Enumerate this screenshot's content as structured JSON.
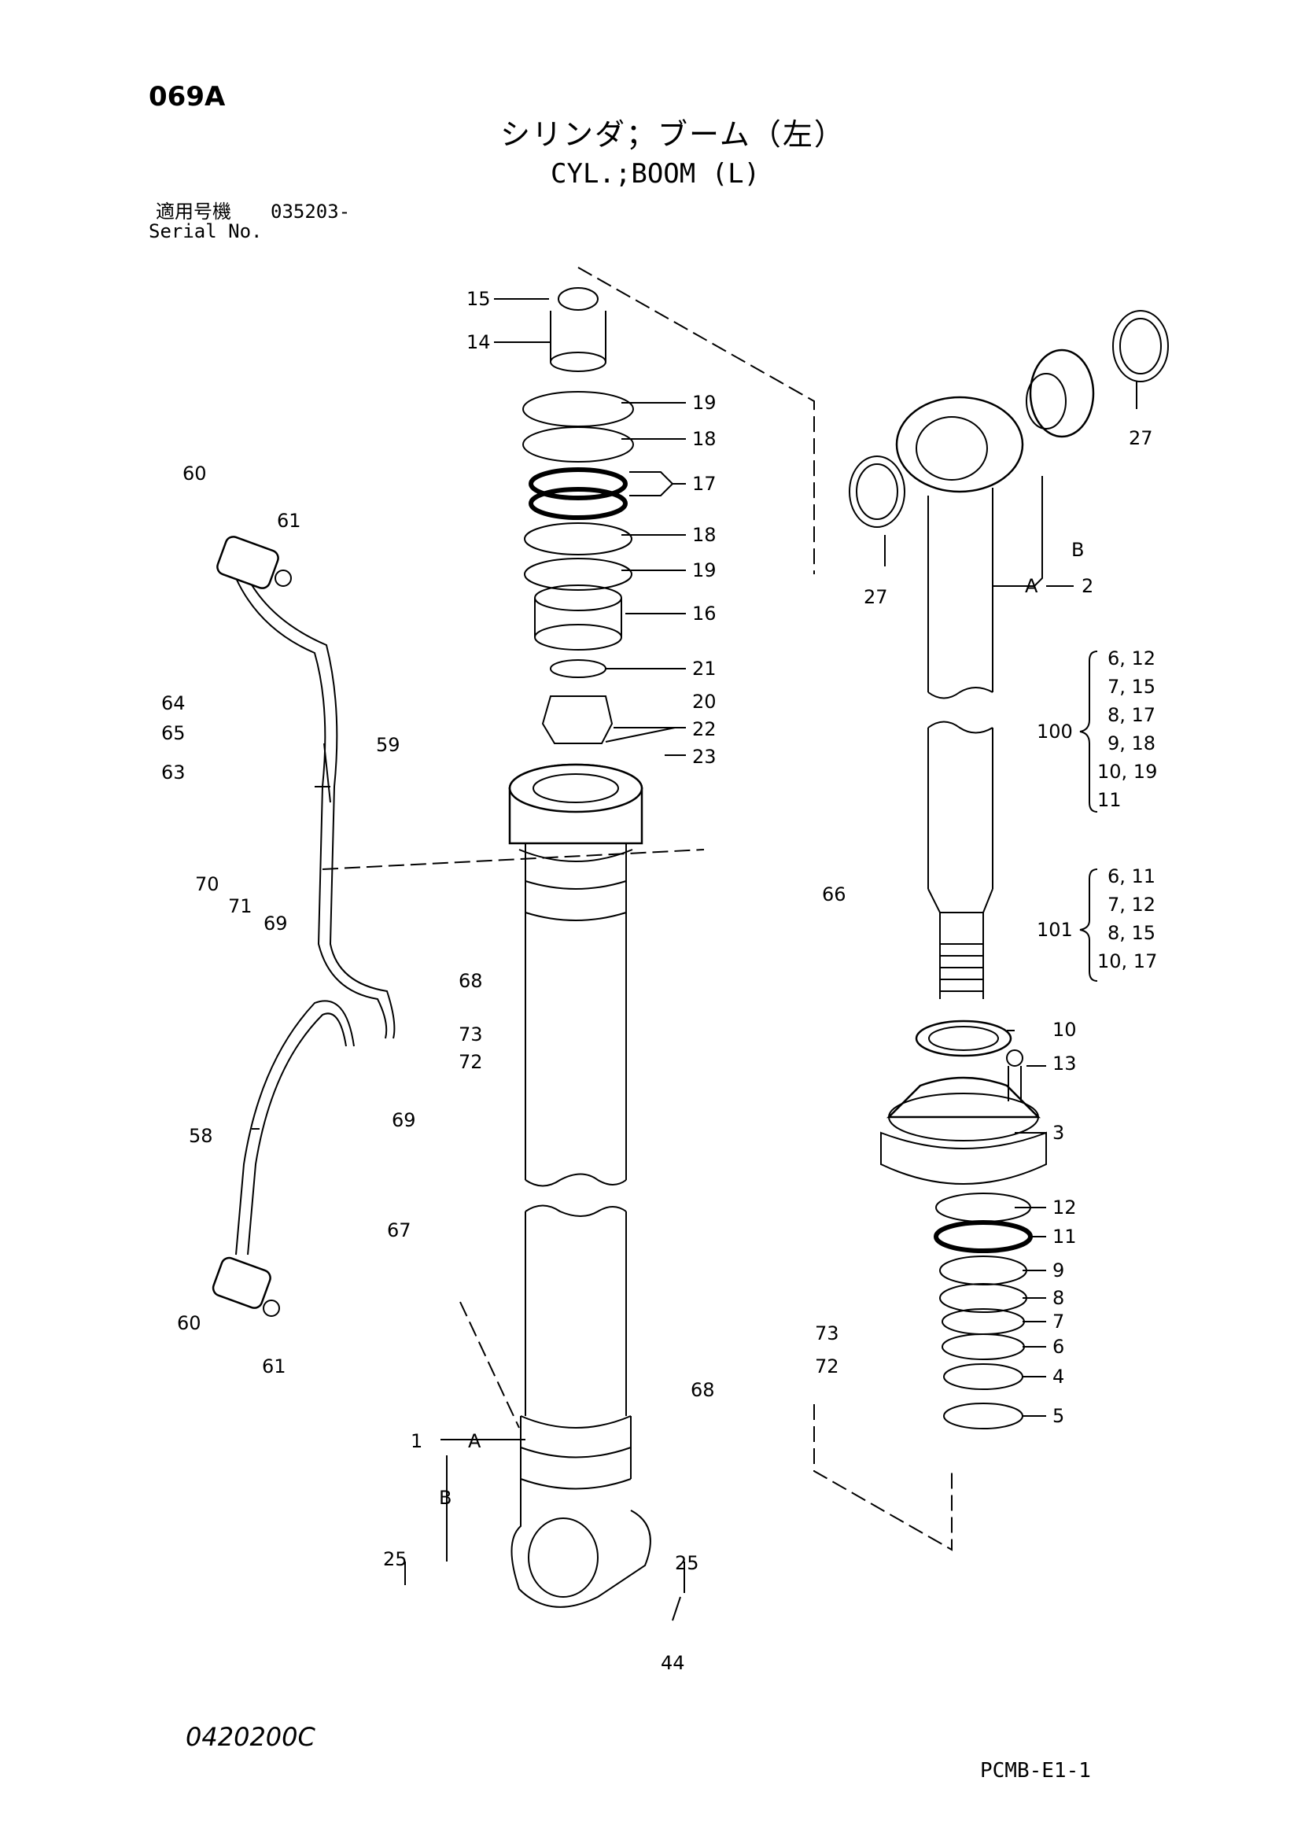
{
  "header": {
    "page_code": "069A",
    "title_jp": "シリンダ；ブーム（左）",
    "title_en": "CYL.;BOOM (L)",
    "serial_label_jp": "適用号機",
    "serial_value": "035203-",
    "serial_label_en": "Serial No."
  },
  "footer": {
    "drawing_no": "0420200C",
    "page_ref": "PCMB-E1-1"
  },
  "callouts": {
    "p15": "15",
    "p14": "14",
    "p19a": "19",
    "p18a": "18",
    "p17": "17",
    "p18b": "18",
    "p19b": "19",
    "p16": "16",
    "p21": "21",
    "p20": "20",
    "p22": "22",
    "p23": "23",
    "p60a": "60",
    "p61a": "61",
    "p64": "64",
    "p65": "65",
    "p63": "63",
    "p59": "59",
    "p70": "70",
    "p71": "71",
    "p69a": "69",
    "p66": "66",
    "p68a": "68",
    "p73a": "73",
    "p72a": "72",
    "p69b": "69",
    "p58": "58",
    "p67": "67",
    "p60b": "60",
    "p61b": "61",
    "p68b": "68",
    "p73b": "73",
    "p72b": "72",
    "p1": "1",
    "pA1": "A",
    "pB1": "B",
    "p25a": "25",
    "p25b": "25",
    "p44": "44",
    "p27a": "27",
    "p27b": "27",
    "pB2": "B",
    "pA2": "A",
    "p2": "2",
    "p10": "10",
    "p13": "13",
    "p3": "3",
    "p12": "12",
    "p11": "11",
    "p9": "9",
    "p8": "8",
    "p7": "7",
    "p6": "6",
    "p4": "4",
    "p5": "5"
  },
  "kit_100": {
    "label": "100",
    "items": [
      "6, 12",
      "7, 15",
      "8, 17",
      "9, 18",
      "10, 19",
      "11"
    ]
  },
  "kit_101": {
    "label": "101",
    "items": [
      "6, 11",
      "7, 12",
      "8, 15",
      "10, 17"
    ]
  }
}
